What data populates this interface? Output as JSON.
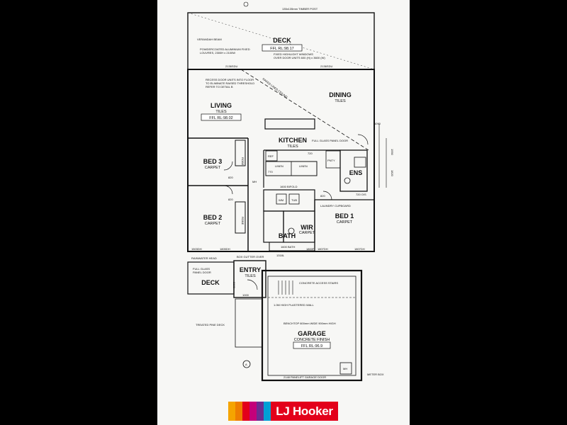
{
  "rooms": {
    "deck_top": "DECK",
    "living": "LIVING",
    "living_sub": "TILES",
    "dining": "DINING",
    "dining_sub": "TILES",
    "kitchen": "KITCHEN",
    "kitchen_sub": "TILES",
    "bed3": "BED 3",
    "bed3_sub": "CARPET",
    "bed2": "BED 2",
    "bed2_sub": "CARPET",
    "bed1": "BED 1",
    "bed1_sub": "CARPET",
    "ens": "ENS",
    "wir": "WIR",
    "wir_sub": "CARPET",
    "bath": "BATH",
    "entry": "ENTRY",
    "entry_sub": "TILES",
    "deck_bottom": "DECK",
    "garage": "GARAGE",
    "garage_sub": "CONCRETE FINISH"
  },
  "levels": {
    "deck": "FFL RL:98.17",
    "living": "FFL RL:98.02",
    "garage": "FFL RL:96.9"
  },
  "notes": {
    "timber_post": "135x135mm TIMBER POST",
    "verandah_beam": "VERANDAH BEAM",
    "louvres_1": "POWDERCOATED ALUMINIUM FIXED",
    "louvres_2": "LOUVRES, 2300H x 2100W",
    "windows_1": "FIXED HIGHLIGHT WINDOWS",
    "windows_2": "OVER DOOR UNITS 600 (H) x 3600 (W)",
    "recess_1": "RECESS DOOR UNITS INTO FLOOR",
    "recess_2": "TO ELIMINATE RAISED THRESHOLD",
    "recess_3": "REFER TO DETAIL B",
    "raked_ceiling": "RAKED LINED CEILING",
    "full_glass_door": "FULL GLASS PANEL DOOR",
    "ref": "REF",
    "pnty": "PNTY",
    "robe": "ROBE",
    "linen": "LINEN",
    "mh": "MH",
    "bifold": "1600 BIFOLD",
    "laundry": "LAUNDRY CUPBOARD",
    "wm": "WM",
    "tub": "TUB",
    "bath_unit": "1600 BATH",
    "rainwater_1": "RAINWATER HEAD",
    "box_gutter": "BOX GUTTER OVER",
    "full_glass_1": "FULL GLASS",
    "full_glass_2": "PANEL DOOR",
    "concrete_stairs": "CONCRETE ACCESS STAIRS",
    "plastered_wall": "1.0M HIGH PLASTERED WALL",
    "benchtop": "BENCHTOP 600mm WIDE 900mm HIGH",
    "pine_deck": "TREATED PINE DECK",
    "garage_door": "2148 PANELIFT GARAGE DOOR",
    "meter_box": "METER BOX",
    "section_a": "A"
  },
  "dims": {
    "sdu1": "2136SDU",
    "sdu2": "2136SDU",
    "d720": "720",
    "d770": "770",
    "d820": "820",
    "d1090": "1090",
    "d1590": "1590",
    "d1820": "1820",
    "d720os": "720 O/S",
    "d1800f": "1800F",
    "d1807dh": "1807DH",
    "d1807dh2": "1807DH",
    "d1503dh": "1503DH",
    "d1805dh": "1805DH",
    "d1318l": "1318L",
    "d1000": "1000",
    "d2100": "2100"
  },
  "logo": {
    "text": "LJ Hooker",
    "colors": [
      "#f5a400",
      "#ee7d00",
      "#e3001b",
      "#c4007a",
      "#6b2c91",
      "#00a0d6"
    ],
    "bg": "#e3001b"
  }
}
